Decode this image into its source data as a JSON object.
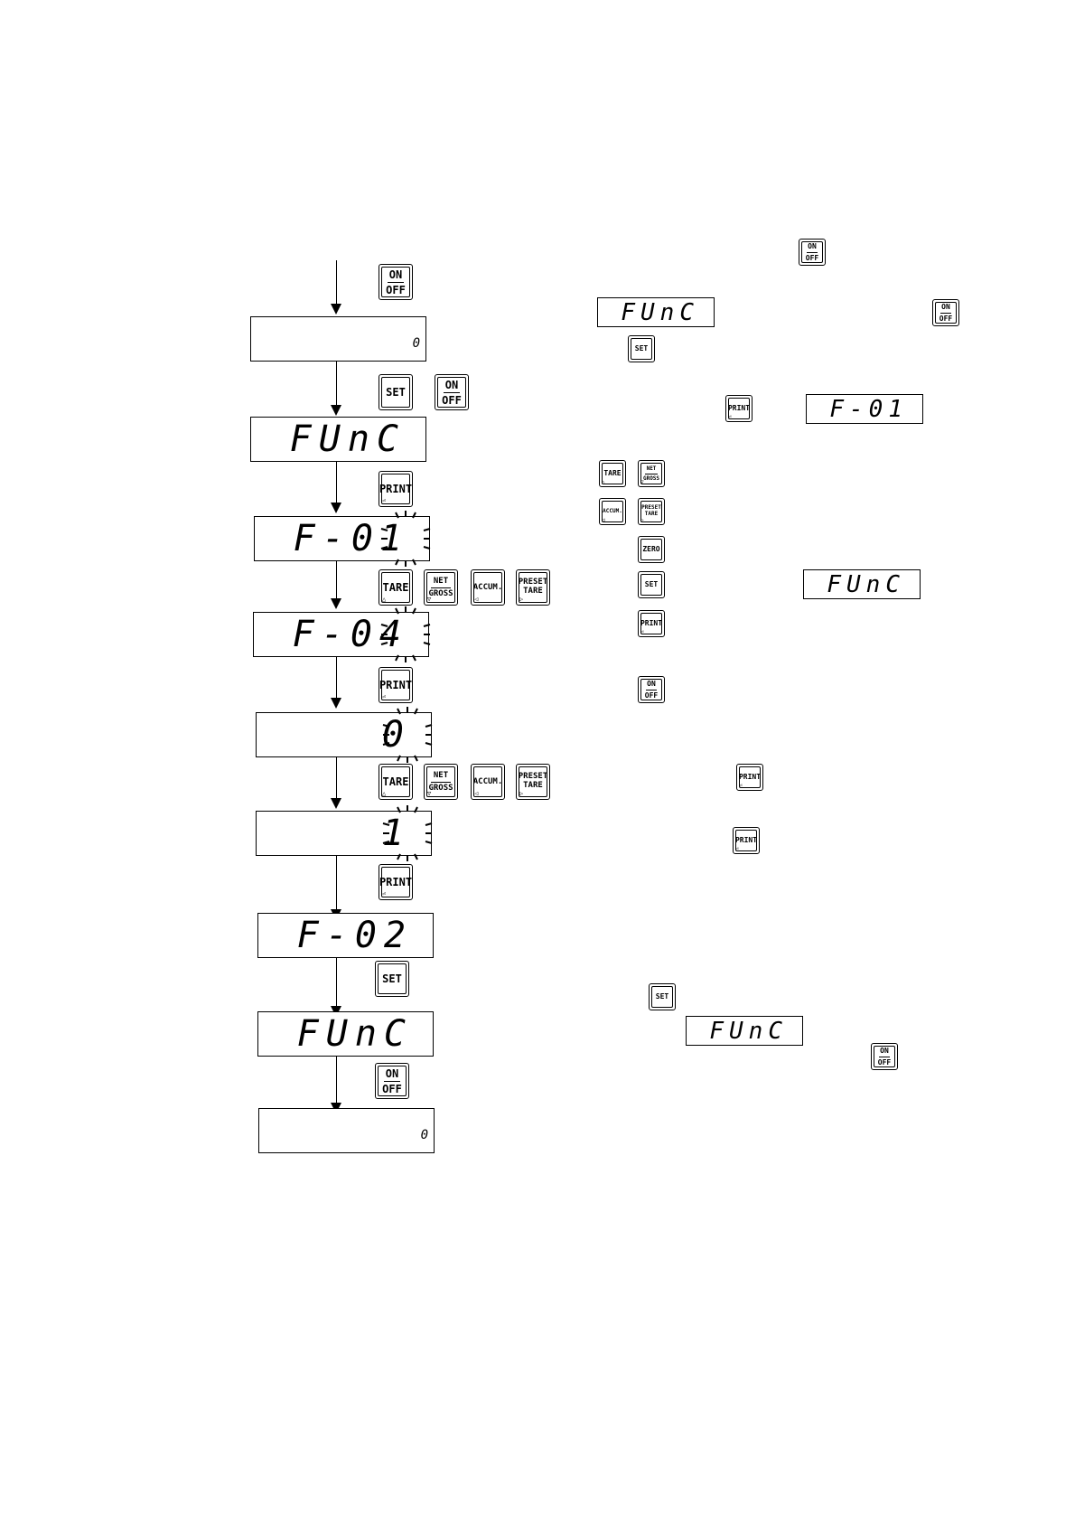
{
  "keys": {
    "on_off": {
      "top": "ON",
      "bottom": "OFF"
    },
    "set": "SET",
    "print": "PRINT",
    "tare": "TARE",
    "net_gross": {
      "top": "NET",
      "bottom": "GROSS"
    },
    "accum": "ACCUM.",
    "preset_tare": {
      "top": "PRESET",
      "bottom": "TARE"
    },
    "zero": "ZERO"
  },
  "flow": {
    "display_1": "0",
    "display_2": "FUnC",
    "display_3": "F-01",
    "display_4": "F-04",
    "display_5": "0",
    "display_6": "1",
    "display_7": "F-02",
    "display_8": "FUnC",
    "display_9": "0"
  },
  "notes": {
    "lcd_func_1": "FUnC",
    "lcd_f01": "F-01",
    "lcd_func_2": "FUnC",
    "lcd_func_3": "FUnC"
  }
}
